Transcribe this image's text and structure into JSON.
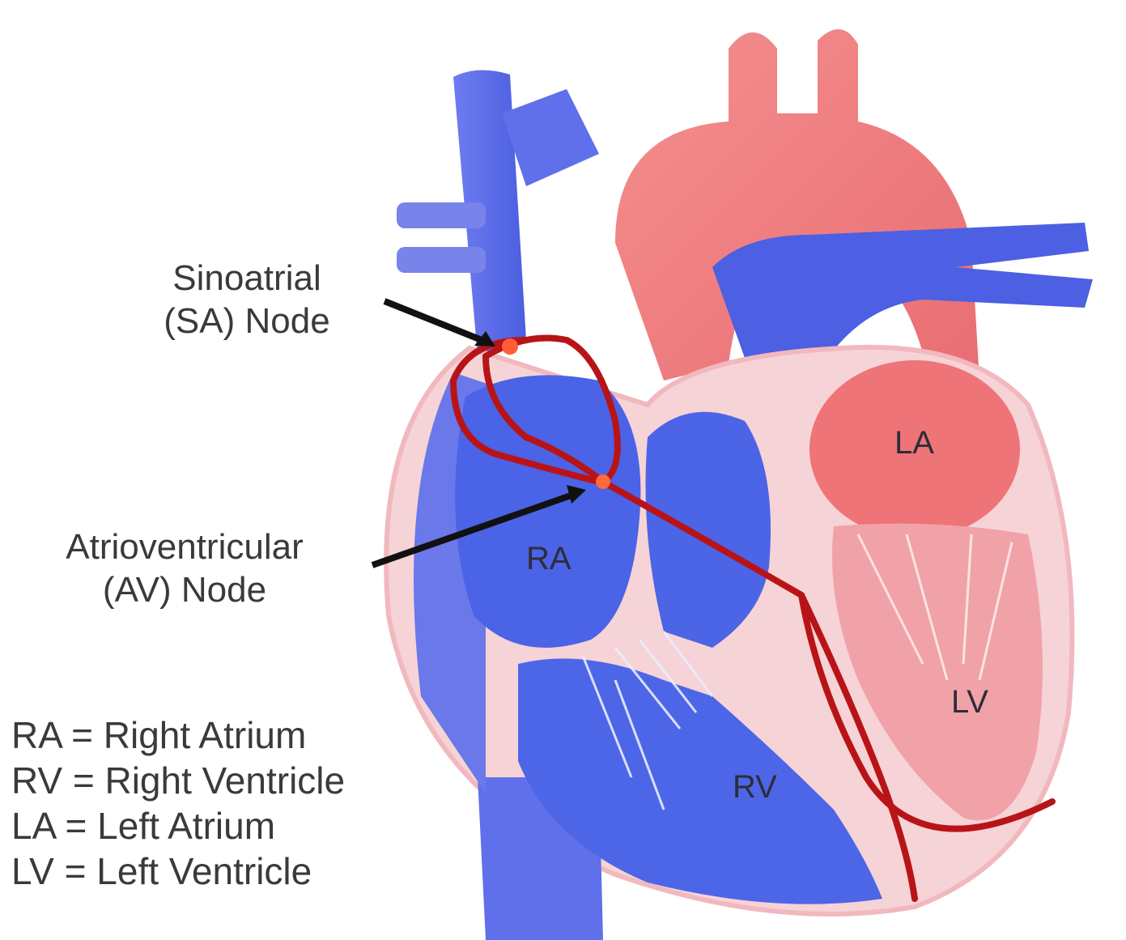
{
  "labels": {
    "sa_node": {
      "line1": "Sinoatrial",
      "line2": "(SA) Node"
    },
    "av_node": {
      "line1": "Atrioventricular",
      "line2": "(AV) Node"
    },
    "ra": "RA",
    "rv": "RV",
    "la": "LA",
    "lv": "LV"
  },
  "legend": [
    "RA = Right Atrium",
    "RV = Right Ventricle",
    "LA = Left Atrium",
    "LV = Left Ventricle"
  ],
  "colors": {
    "deoxygenated": "#5b6ee8",
    "oxygenated": "#f08585",
    "conduction_path": "#b81418",
    "outer_wall": "#f6d6d8",
    "pointer": "#111111"
  }
}
